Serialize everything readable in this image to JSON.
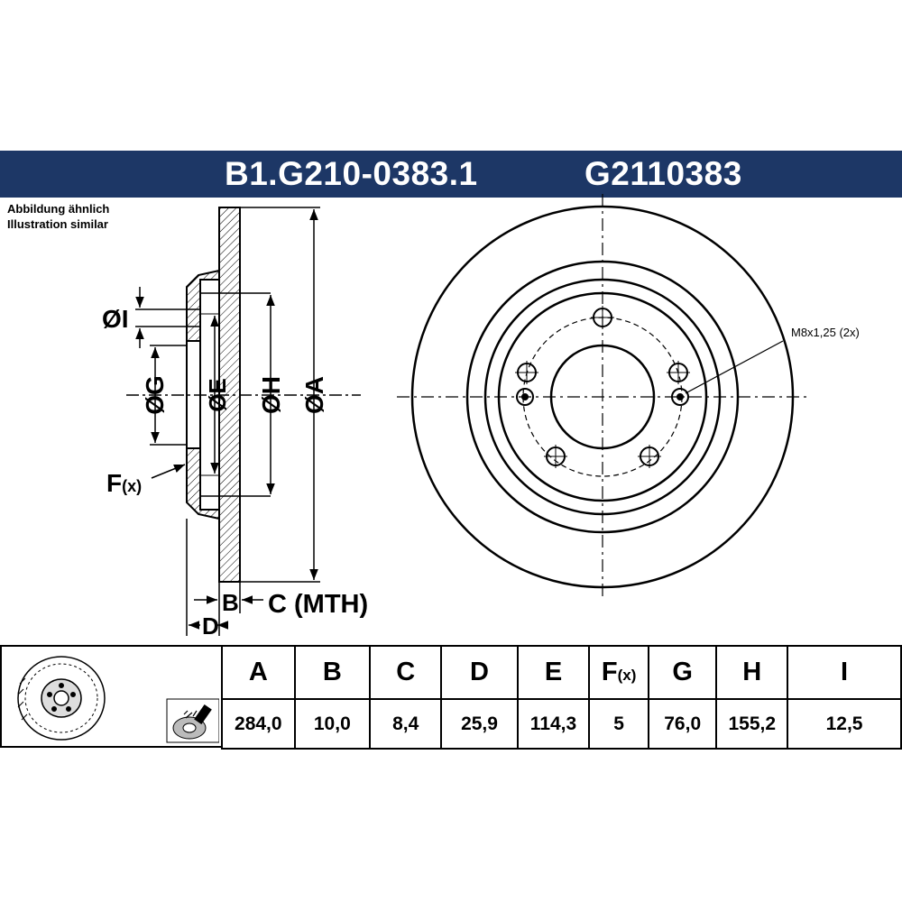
{
  "header": {
    "part_number": "B1.G210-0383.1",
    "ref_number": "G2110383"
  },
  "note": {
    "line1": "Abbildung ähnlich",
    "line2": "Illustration similar"
  },
  "drawing_labels": {
    "dia_i": "ØI",
    "dia_g": "ØG",
    "dia_e": "ØE",
    "dia_h": "ØH",
    "dia_a": "ØA",
    "f_main": "F",
    "f_sub": "(x)",
    "b": "B",
    "c_mth": "C (MTH)",
    "d": "D",
    "thread": "M8x1,25 (2x)"
  },
  "table": {
    "columns": [
      {
        "key": "A",
        "label": "A",
        "value": "284,0"
      },
      {
        "key": "B",
        "label": "B",
        "value": "10,0"
      },
      {
        "key": "C",
        "label": "C",
        "value": "8,4"
      },
      {
        "key": "D",
        "label": "D",
        "value": "25,9"
      },
      {
        "key": "E",
        "label": "E",
        "value": "114,3"
      },
      {
        "key": "F",
        "label": "F",
        "label_sub": "(x)",
        "value": "5"
      },
      {
        "key": "G",
        "label": "G",
        "value": "76,0"
      },
      {
        "key": "H",
        "label": "H",
        "value": "155,2"
      },
      {
        "key": "I",
        "label": "I",
        "value": "12,5"
      }
    ]
  },
  "icons": {
    "disc_thumbnail": "brake-disc-icon",
    "paint_spray": "spray-paint-icon"
  },
  "colors": {
    "header_bg": "#1d3766",
    "header_text": "#ffffff",
    "line": "#000000"
  }
}
